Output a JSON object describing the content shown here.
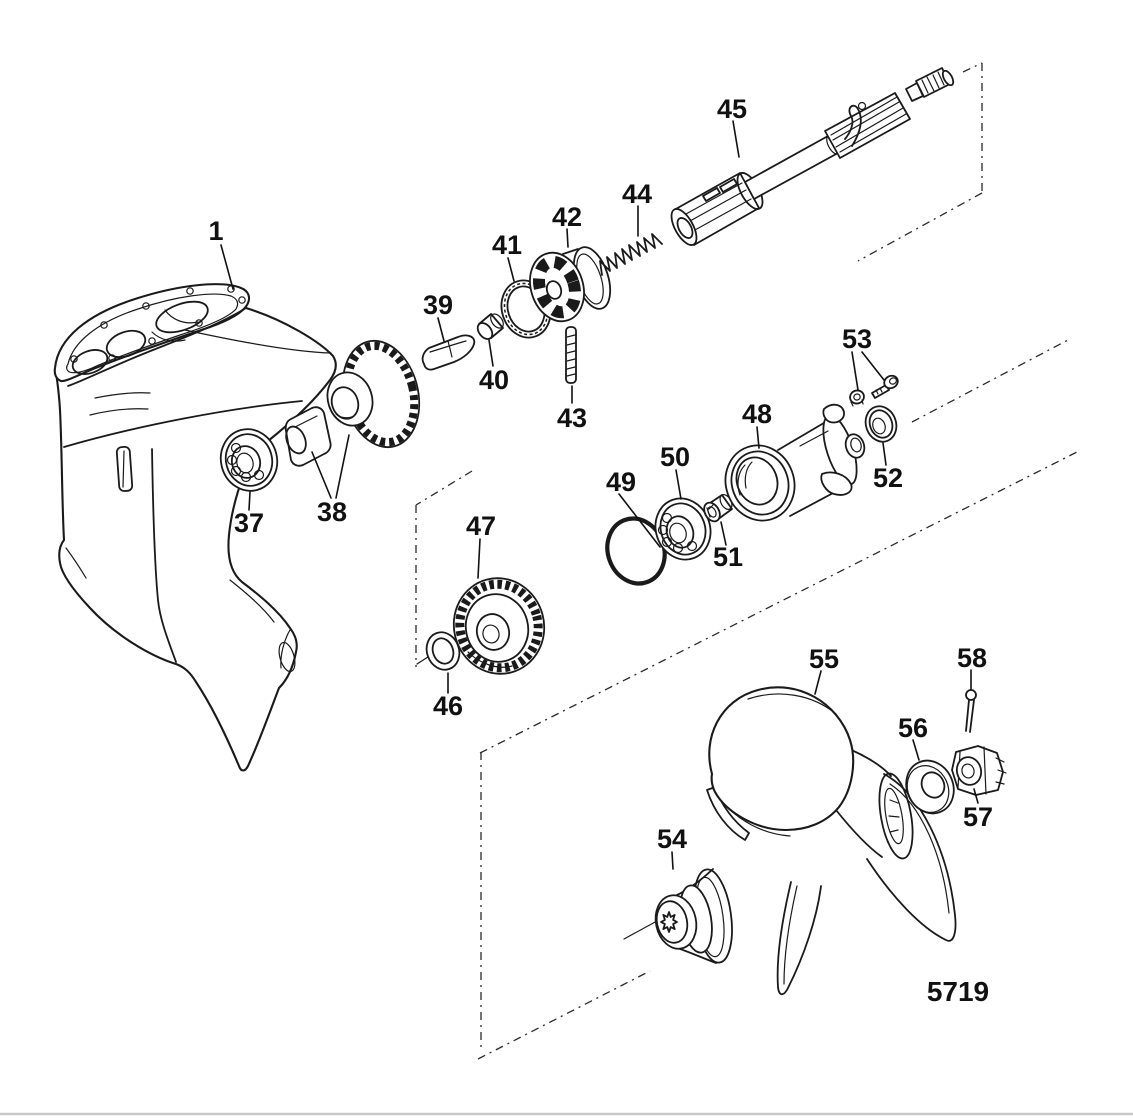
{
  "diagram": {
    "title_semantic": "Exploded parts diagram - gear housing propeller shaft",
    "figure_number": "5719",
    "colors": {
      "line": "#1a1a1a",
      "background": "#ffffff"
    },
    "part_labels": [
      {
        "text": "1"
      },
      {
        "text": "37"
      },
      {
        "text": "38"
      },
      {
        "text": "39"
      },
      {
        "text": "40"
      },
      {
        "text": "41"
      },
      {
        "text": "42"
      },
      {
        "text": "43"
      },
      {
        "text": "44"
      },
      {
        "text": "45"
      },
      {
        "text": "46"
      },
      {
        "text": "47"
      },
      {
        "text": "48"
      },
      {
        "text": "49"
      },
      {
        "text": "50"
      },
      {
        "text": "51"
      },
      {
        "text": "52"
      },
      {
        "text": "53"
      },
      {
        "text": "54"
      },
      {
        "text": "55"
      },
      {
        "text": "56"
      },
      {
        "text": "57"
      },
      {
        "text": "58"
      }
    ]
  }
}
